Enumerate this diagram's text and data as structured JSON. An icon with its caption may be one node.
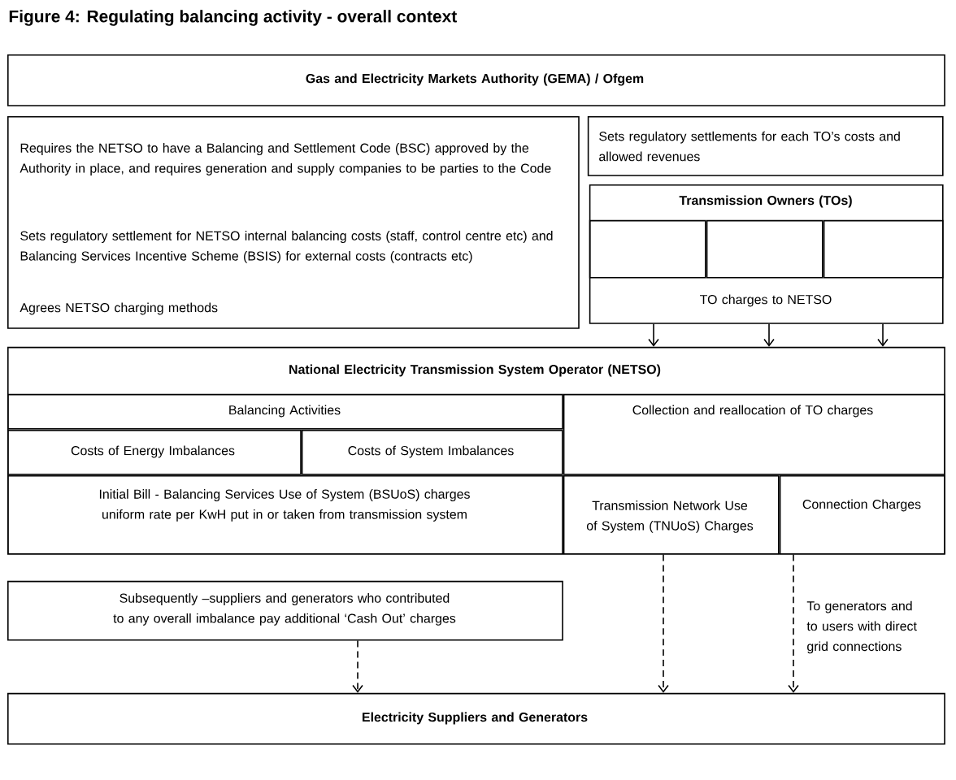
{
  "diagram": {
    "title": "Figure 4:  Regulating balancing activity - overall context",
    "nodes": [
      {
        "text": [
          "Gas and Electricity Markets Authority (GEMA) / Ofgem"
        ]
      },
      {
        "text": [
          "Requires the NETSO to have a Balancing and Settlement Code (BSC) approved by the Authority in place, and requires generation and supply companies to be parties to the Code",
          "Sets regulatory settlement for NETSO internal balancing costs (staff, control centre etc) and Balancing Services Incentive Scheme (BSIS) for external costs (contracts etc)",
          "Agrees NETSO charging methods"
        ]
      },
      {
        "text": [
          "Sets regulatory settlements for each TO’s costs and allowed revenues"
        ]
      },
      {
        "text": [
          "Transmission Owners (TOs)",
          "TO charges to NETSO"
        ]
      },
      {
        "text": [],
        "shape": "box",
        "in": 3
      },
      {
        "text": [],
        "shape": "box",
        "in": 3
      },
      {
        "text": [],
        "shape": "box",
        "in": 3
      },
      {
        "text": [
          "National Electricity Transmission System Operator (NETSO)"
        ]
      },
      {
        "text": [
          "Balancing Activities"
        ],
        "in": 7
      },
      {
        "text": [
          "Costs of Energy Imbalances"
        ],
        "in": 7
      },
      {
        "text": [
          "Costs of System Imbalances"
        ],
        "in": 7
      },
      {
        "text": [
          "Collection and reallocation of TO charges"
        ],
        "in": 7
      },
      {
        "text": [
          "Initial Bill - Balancing Services Use of System (BSUoS) charges uniform rate per KwH put in or taken from transmission system"
        ],
        "in": 7
      },
      {
        "text": [
          "Transmission Network Use of System (TNUoS) Charges"
        ],
        "in": 7
      },
      {
        "text": [
          "Connection Charges"
        ],
        "in": 7
      },
      {
        "text": [
          "Subsequently –suppliers and generators who contributed to any overall imbalance pay additional ‘Cash Out’ charges"
        ]
      },
      {
        "text": [
          "Electricity Suppliers and Generators"
        ]
      }
    ],
    "edges": [
      {
        "from": 3,
        "to": 7,
        "arrow": "to"
      },
      {
        "from": 3,
        "to": 7,
        "arrow": "to"
      },
      {
        "from": 3,
        "to": 7,
        "arrow": "to"
      },
      {
        "from": 15,
        "to": 16,
        "arrow": "to",
        "style": "dashed"
      },
      {
        "from": 13,
        "to": 16,
        "arrow": "to",
        "style": "dashed"
      },
      {
        "from": 14,
        "to": 16,
        "arrow": "to",
        "style": "dashed",
        "label": "To generators and to users with direct grid connections"
      }
    ]
  }
}
